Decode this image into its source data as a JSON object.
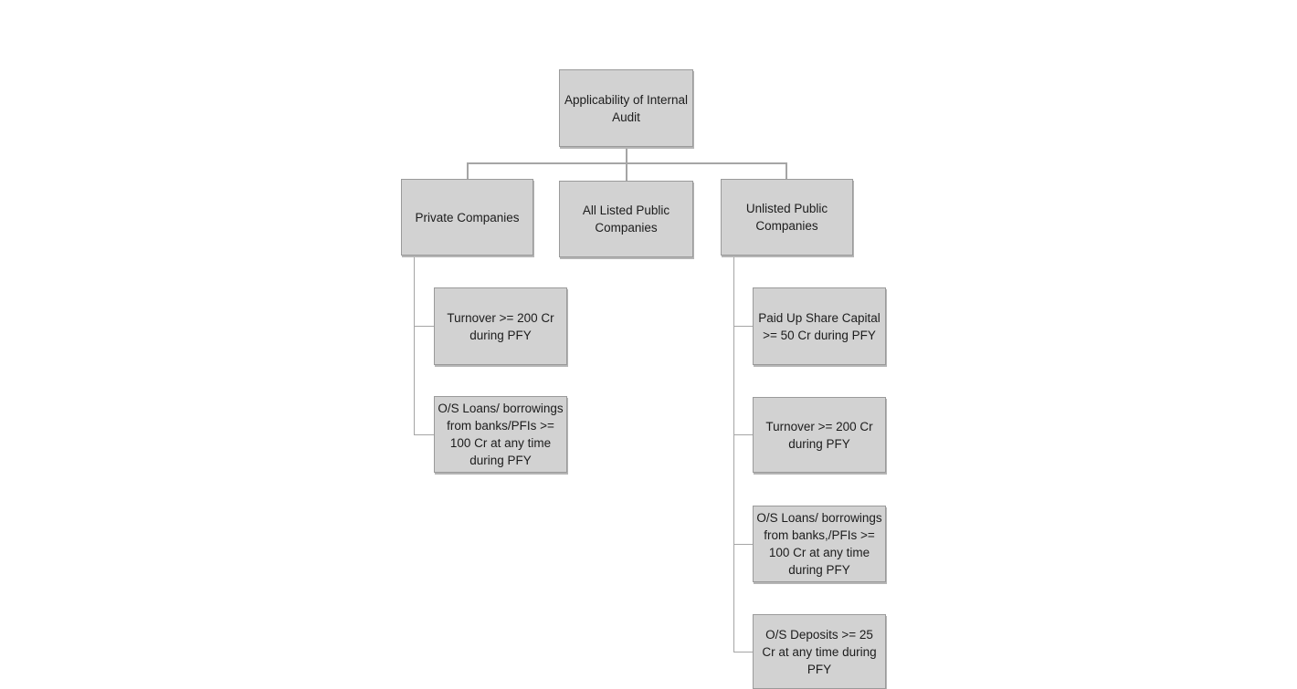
{
  "diagram": {
    "root": {
      "label": "Applicability of Internal Audit"
    },
    "branches": [
      {
        "label": "Private Companies",
        "children": [
          "Turnover >= 200 Cr during PFY",
          "O/S Loans/ borrowings from banks/PFIs >= 100 Cr at any time during PFY"
        ]
      },
      {
        "label": "All Listed Public Companies",
        "children": []
      },
      {
        "label": "Unlisted Public Companies",
        "children": [
          "Paid Up Share Capital >= 50 Cr during PFY",
          "Turnover >= 200 Cr during PFY",
          "O/S Loans/ borrowings from banks,/PFIs >= 100 Cr at any time during PFY",
          "O/S Deposits >= 25 Cr at any time during PFY"
        ]
      }
    ],
    "colors": {
      "box_fill": "#d2d2d2",
      "box_border": "#9a9a9a",
      "connector": "#a5a5a5",
      "text": "#1c1c1c"
    }
  }
}
